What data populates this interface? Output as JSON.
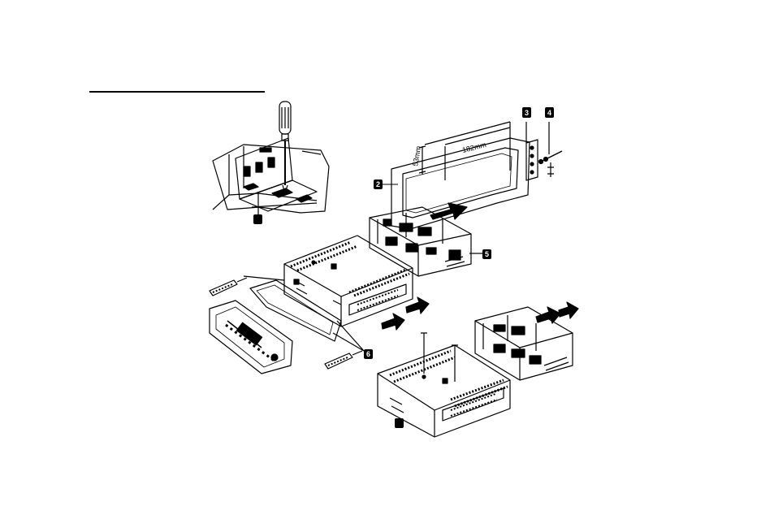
{
  "diagram": {
    "callouts": [
      {
        "id": "1",
        "text": ""
      },
      {
        "id": "2",
        "text": "2"
      },
      {
        "id": "3",
        "text": "3"
      },
      {
        "id": "4",
        "text": "4"
      },
      {
        "id": "5",
        "text": "5"
      },
      {
        "id": "6",
        "text": "6"
      },
      {
        "id": "7",
        "text": ""
      }
    ],
    "dimensions": {
      "height": "53mm",
      "width": "182mm"
    },
    "colors": {
      "line": "#000000",
      "background": "#ffffff",
      "callout_fill": "#000000",
      "callout_text": "#ffffff"
    }
  }
}
